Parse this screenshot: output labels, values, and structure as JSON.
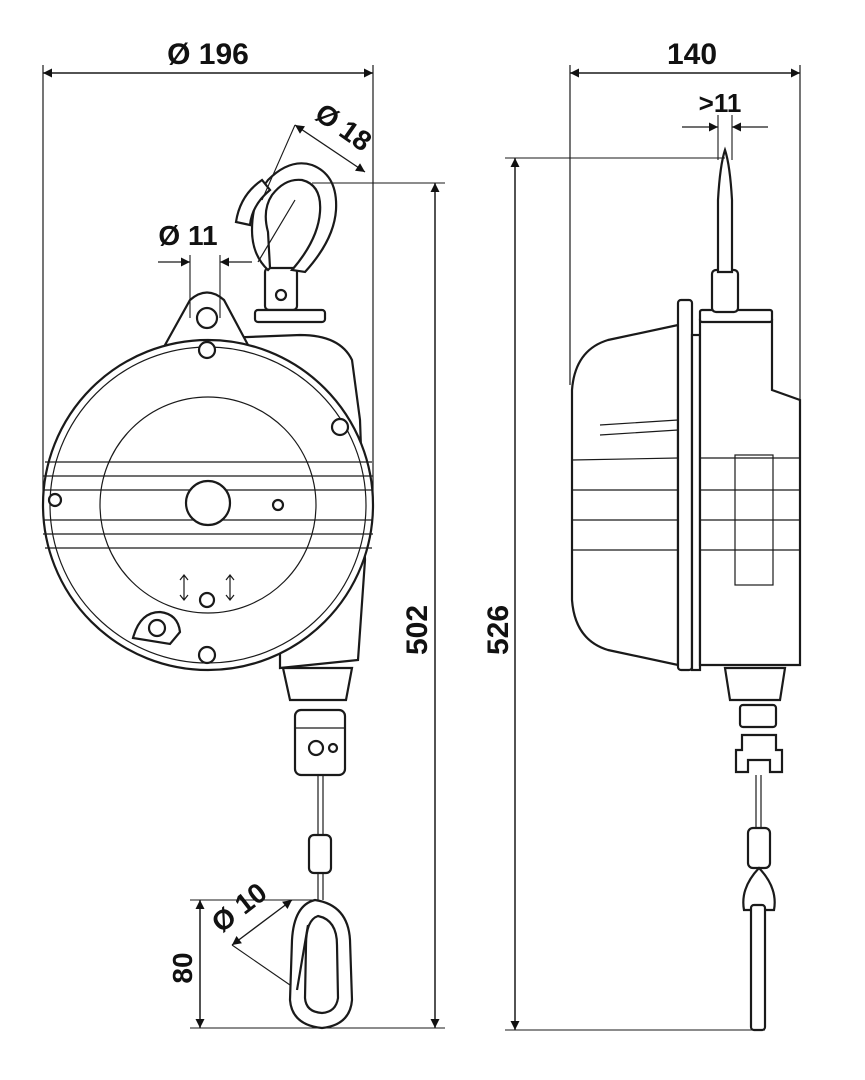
{
  "drawing": {
    "front_view": {
      "dim_overall_diameter": "Ø 196",
      "dim_hook_diameter": "Ø 18",
      "dim_eye_hole": "Ø 11",
      "dim_total_height": "502",
      "dim_snap_hook_diameter": "Ø 10",
      "dim_snap_hook_length": "80"
    },
    "side_view": {
      "dim_depth": "140",
      "dim_top_pin": ">11",
      "dim_total_height": "526"
    }
  }
}
